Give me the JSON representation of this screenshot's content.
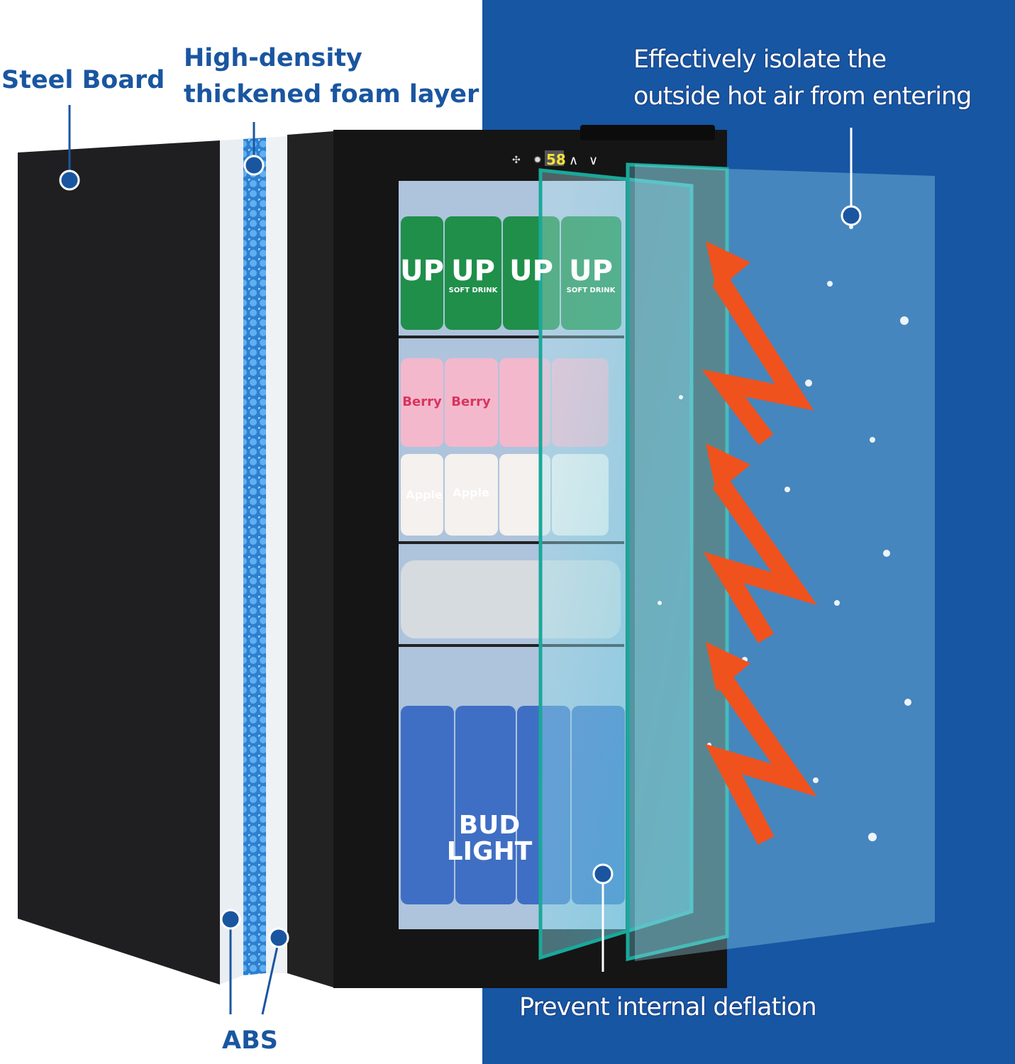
{
  "labels": {
    "steel_board": "Steel Board",
    "foam_line1": "High-density",
    "foam_line2": "thickened foam layer",
    "abs": "ABS",
    "isolate_line1": "Effectively isolate the",
    "isolate_line2": "outside hot air from entering",
    "deflation": "Prevent internal deflation"
  },
  "fridge": {
    "display_temp": "58",
    "can_labels": {
      "up": "UP",
      "soft_drink": "SOFT DRINK",
      "berry": "Berry",
      "apple": "Apple",
      "bud": "BUD",
      "light": "LIGHT"
    }
  },
  "colors": {
    "background_blue": "#1656a3",
    "callout": "#1a56a0",
    "arrow": "#f0521e",
    "display": "#f3e23a"
  }
}
